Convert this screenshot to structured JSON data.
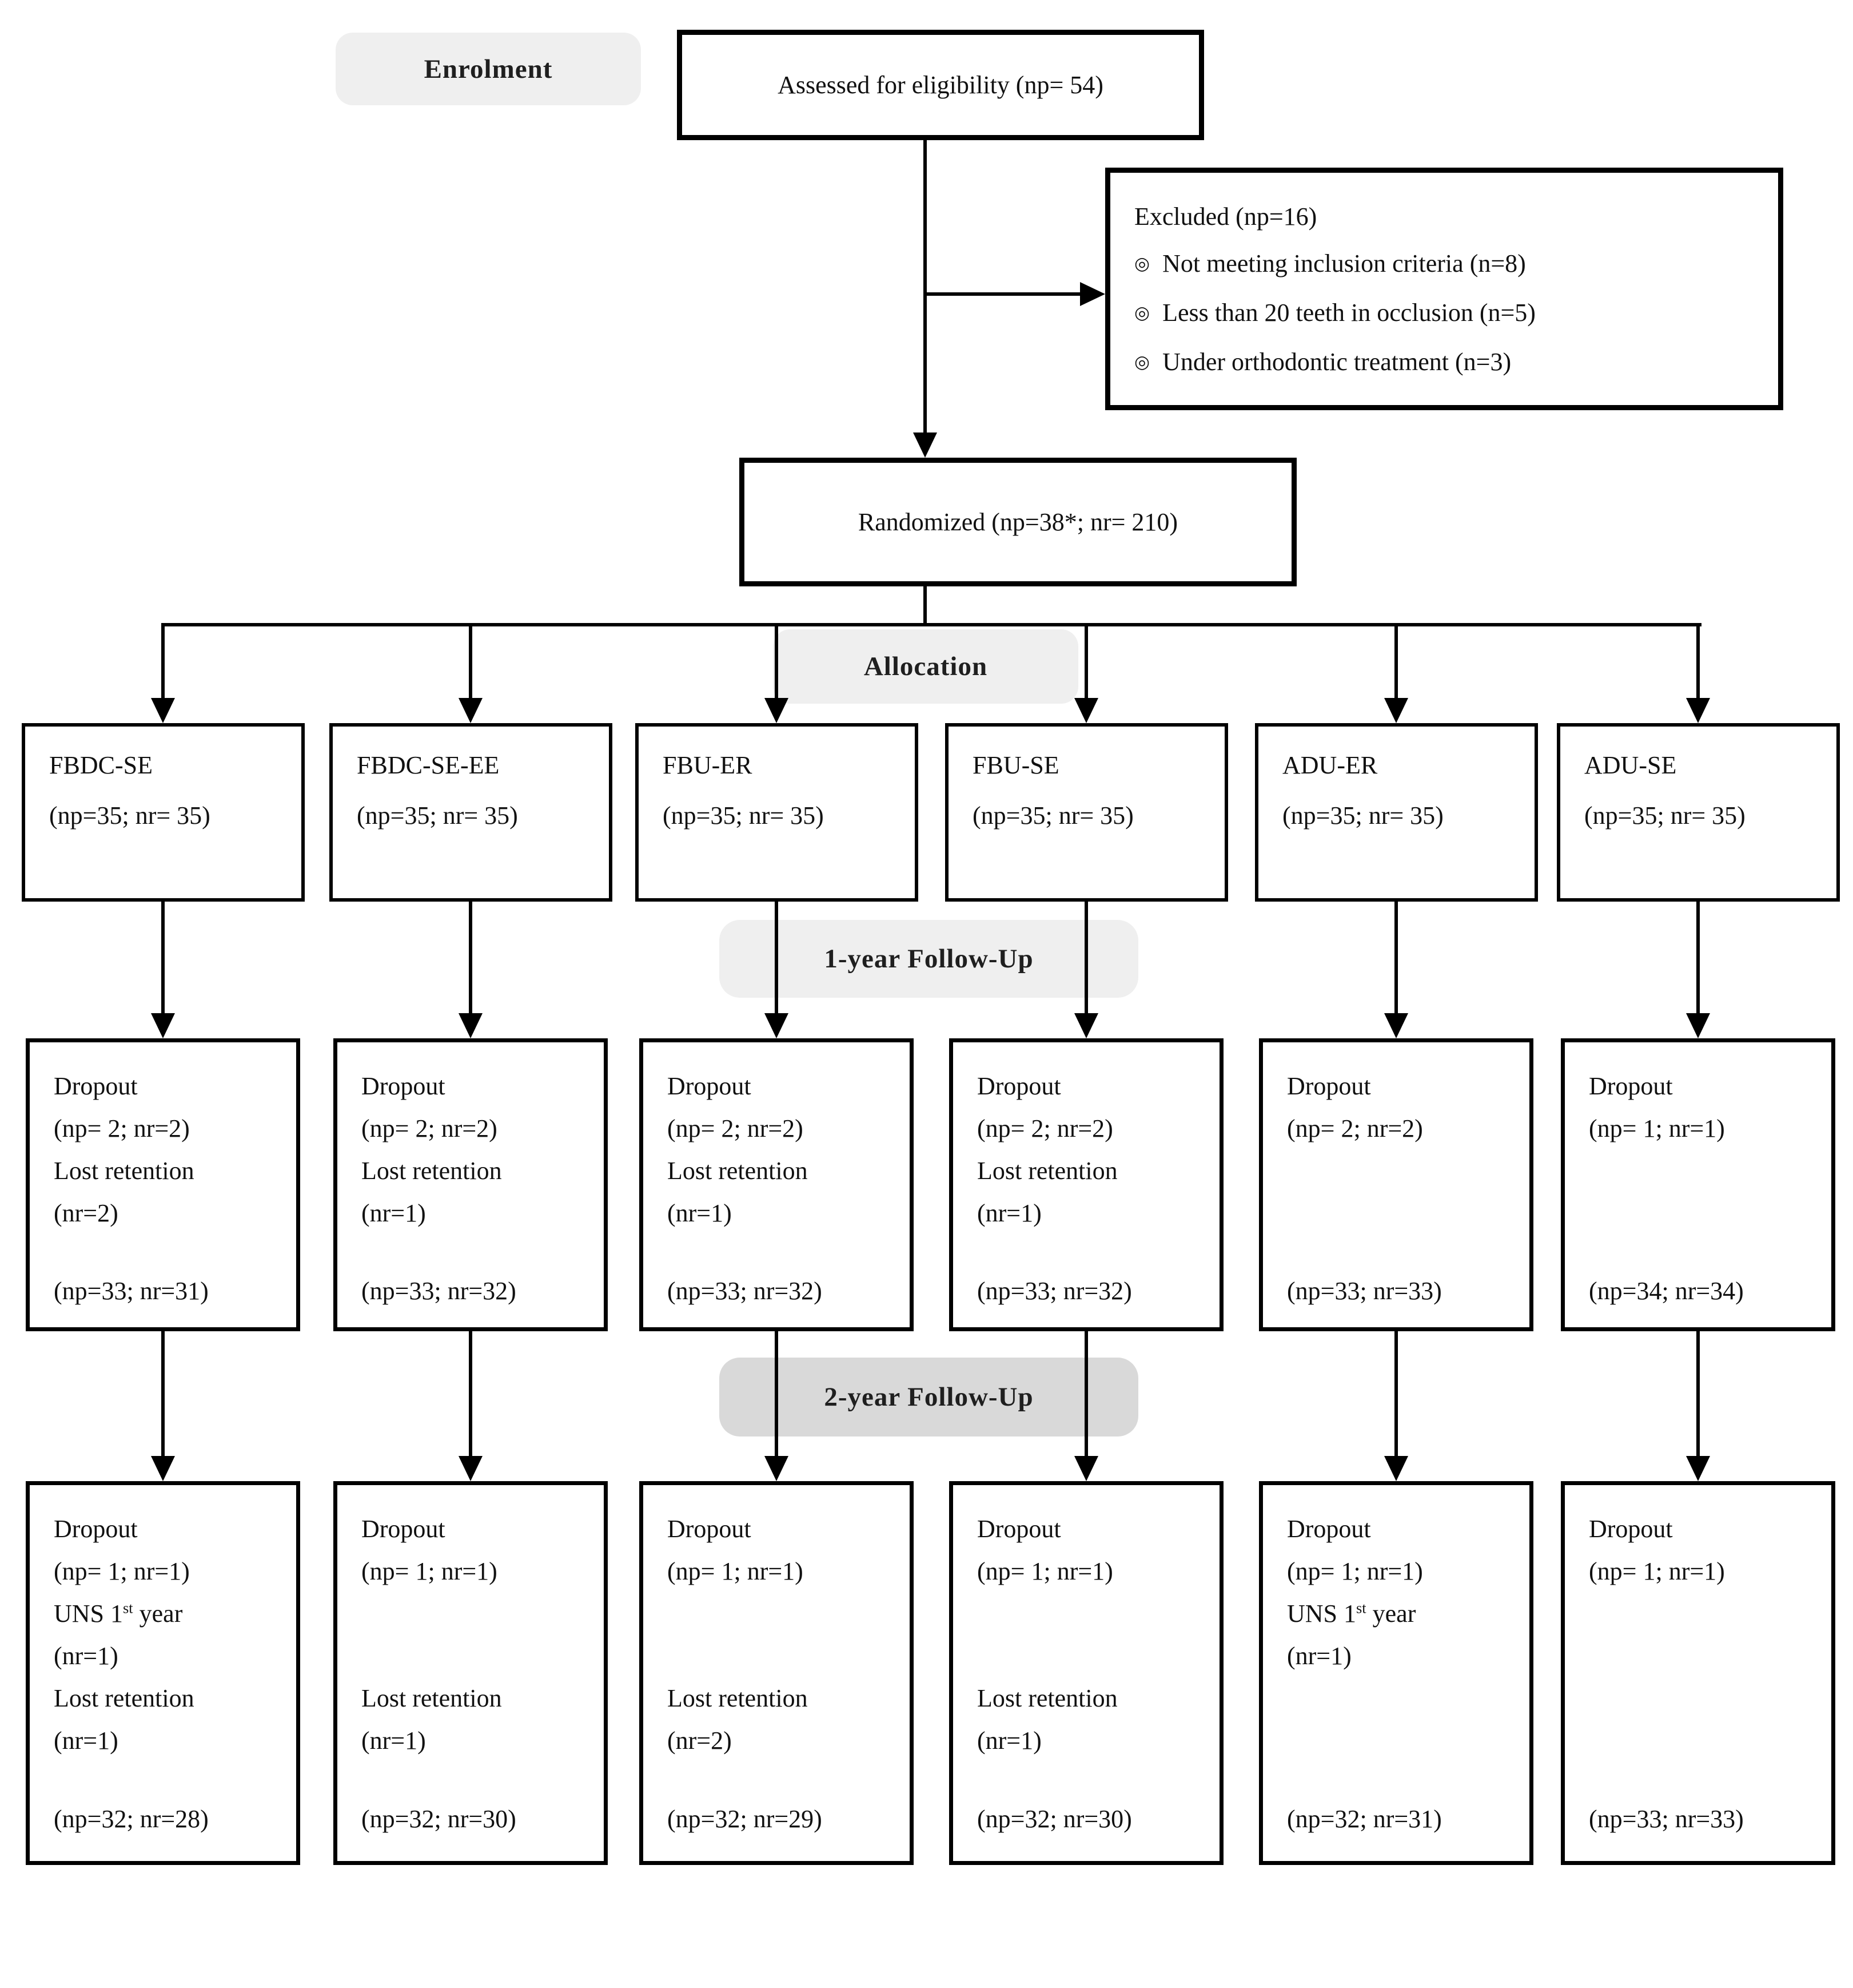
{
  "colors": {
    "page_bg": "#ffffff",
    "box_border": "#000000",
    "connector": "#000000",
    "label_bg_light": "#efefef",
    "label_bg_dark": "#d9d9d9",
    "text": "#111111"
  },
  "stage_labels": {
    "enrolment": "Enrolment",
    "allocation": "Allocation",
    "followup_1y": "1-year Follow-Up",
    "followup_2y": "2-year Follow-Up"
  },
  "enrollment": {
    "assessed_text": "Assessed for eligibility (np= 54)"
  },
  "excluded": {
    "title": "Excluded (np=16)",
    "bullet_icon": "◎",
    "items": [
      "Not meeting inclusion criteria (n=8)",
      "Less than 20 teeth in occlusion (n=5)",
      "Under orthodontic treatment (n=3)"
    ]
  },
  "randomized": {
    "text": "Randomized (np=38*; nr= 210)"
  },
  "allocation_groups": [
    {
      "name": "FBDC-SE",
      "counts": "(np=35; nr= 35)"
    },
    {
      "name": "FBDC-SE-EE",
      "counts": "(np=35; nr= 35)"
    },
    {
      "name": "FBU-ER",
      "counts": "(np=35; nr= 35)"
    },
    {
      "name": "FBU-SE",
      "counts": "(np=35; nr= 35)"
    },
    {
      "name": "ADU-ER",
      "counts": "(np=35; nr= 35)"
    },
    {
      "name": "ADU-SE",
      "counts": "(np=35; nr= 35)"
    }
  ],
  "followup_1y": {
    "boxes": [
      {
        "lines": [
          "Dropout",
          "(np= 2; nr=2)",
          "Lost retention",
          "(nr=2)"
        ],
        "footer": "(np=33; nr=31)"
      },
      {
        "lines": [
          "Dropout",
          "(np= 2; nr=2)",
          "Lost retention",
          "(nr=1)"
        ],
        "footer": "(np=33; nr=32)"
      },
      {
        "lines": [
          "Dropout",
          "(np= 2; nr=2)",
          "Lost retention",
          "(nr=1)"
        ],
        "footer": "(np=33; nr=32)"
      },
      {
        "lines": [
          "Dropout",
          "(np= 2; nr=2)",
          "Lost retention",
          "(nr=1)"
        ],
        "footer": "(np=33; nr=32)"
      },
      {
        "lines": [
          "Dropout",
          "(np= 2; nr=2)"
        ],
        "footer": "(np=33; nr=33)"
      },
      {
        "lines": [
          "Dropout",
          "(np= 1; nr=1)"
        ],
        "footer": "(np=34; nr=34)"
      }
    ]
  },
  "followup_2y": {
    "boxes": [
      {
        "lines": [
          "Dropout",
          "(np= 1; nr=1)",
          "UNS 1^st year",
          "(nr=1)",
          "Lost retention",
          "(nr=1)"
        ],
        "footer": "(np=32; nr=28)"
      },
      {
        "lines": [
          "Dropout",
          "(np= 1; nr=1)",
          "",
          "",
          "Lost retention",
          "(nr=1)"
        ],
        "footer": "(np=32; nr=30)"
      },
      {
        "lines": [
          "Dropout",
          "(np= 1; nr=1)",
          "",
          "",
          "Lost retention",
          "(nr=2)"
        ],
        "footer": "(np=32; nr=29)"
      },
      {
        "lines": [
          "Dropout",
          "(np= 1; nr=1)",
          "",
          "",
          "Lost retention",
          "(nr=1)"
        ],
        "footer": "(np=32; nr=30)"
      },
      {
        "lines": [
          "Dropout",
          "(np= 1; nr=1)",
          "UNS 1^st year",
          "(nr=1)"
        ],
        "footer": "(np=32; nr=31)"
      },
      {
        "lines": [
          "Dropout",
          "(np= 1; nr=1)"
        ],
        "footer": "(np=33; nr=33)"
      }
    ]
  }
}
